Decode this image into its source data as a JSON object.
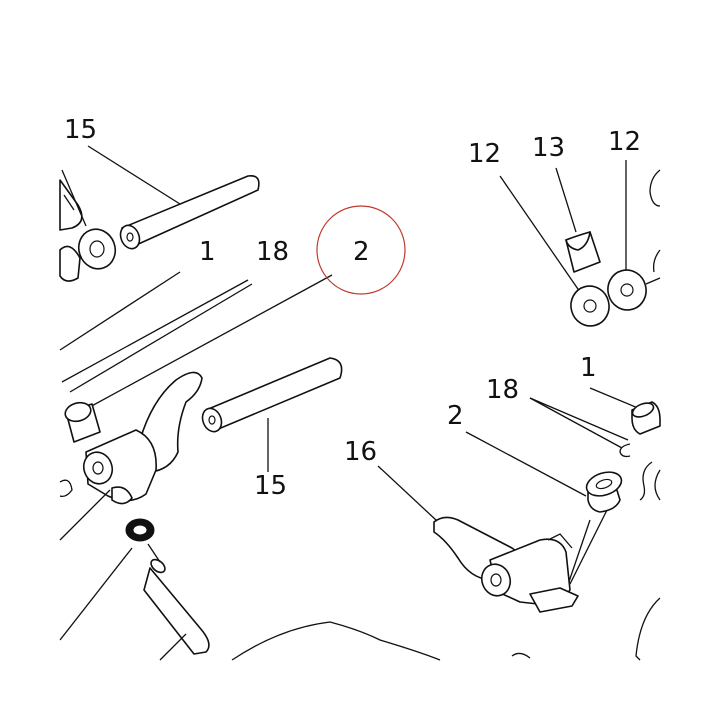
{
  "diagram": {
    "callouts": {
      "left_15_top": "15",
      "left_1": "1",
      "left_18": "18",
      "left_2_circled": "2",
      "left_15_bottom": "15",
      "right_12_left": "12",
      "right_13": "13",
      "right_12_right": "12",
      "right_1": "1",
      "right_18": "18",
      "right_2": "2",
      "right_16": "16"
    },
    "highlight_color": "#c0392b",
    "line_color": "#111111"
  }
}
